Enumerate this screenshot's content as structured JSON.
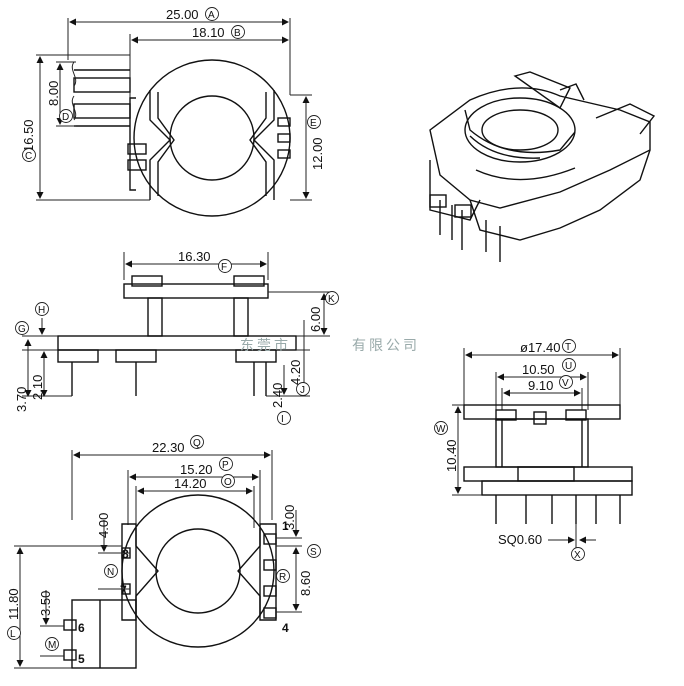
{
  "top_view": {
    "dims": {
      "A": {
        "value": "25.00",
        "letter": "A"
      },
      "B": {
        "value": "18.10",
        "letter": "B"
      },
      "C": {
        "value": "16.50",
        "letter": "C"
      },
      "D": {
        "value": "8.00",
        "letter": "D"
      },
      "E": {
        "value": "12.00",
        "letter": "E"
      }
    }
  },
  "side_view": {
    "dims": {
      "F": {
        "value": "16.30",
        "letter": "F"
      },
      "K": {
        "value": "6.00",
        "letter": "K"
      },
      "J": {
        "value": "4.20",
        "letter": "J"
      },
      "I": {
        "value": "2.40",
        "letter": "I"
      },
      "H": {
        "value": "",
        "letter": "H"
      },
      "G": {
        "value": "",
        "letter": "G"
      },
      "v370": {
        "value": "3.70"
      },
      "v210": {
        "value": "2.10"
      }
    }
  },
  "bottom_view": {
    "dims": {
      "Q": {
        "value": "22.30",
        "letter": "Q"
      },
      "P": {
        "value": "15.20",
        "letter": "P"
      },
      "O": {
        "value": "14.20",
        "letter": "O"
      },
      "S": {
        "value": "3.00",
        "letter": "S"
      },
      "R": {
        "value": "8.60",
        "letter": "R"
      },
      "N": {
        "value": "4.00",
        "letter": "N"
      },
      "L": {
        "value": "11.80",
        "letter": "L"
      },
      "M": {
        "value": "3.50",
        "letter": "M"
      }
    },
    "pins": [
      "1",
      "8",
      "7",
      "6",
      "5",
      "4"
    ]
  },
  "front_view": {
    "dims": {
      "T": {
        "value": "ø17.40",
        "letter": "T"
      },
      "U": {
        "value": "10.50",
        "letter": "U"
      },
      "V": {
        "value": "9.10",
        "letter": "V"
      },
      "W": {
        "value": "10.40",
        "letter": "W"
      },
      "X": {
        "value": "SQ0.60",
        "letter": "X"
      }
    }
  },
  "watermark": "有限公司",
  "watermark_prefix": "东莞市"
}
